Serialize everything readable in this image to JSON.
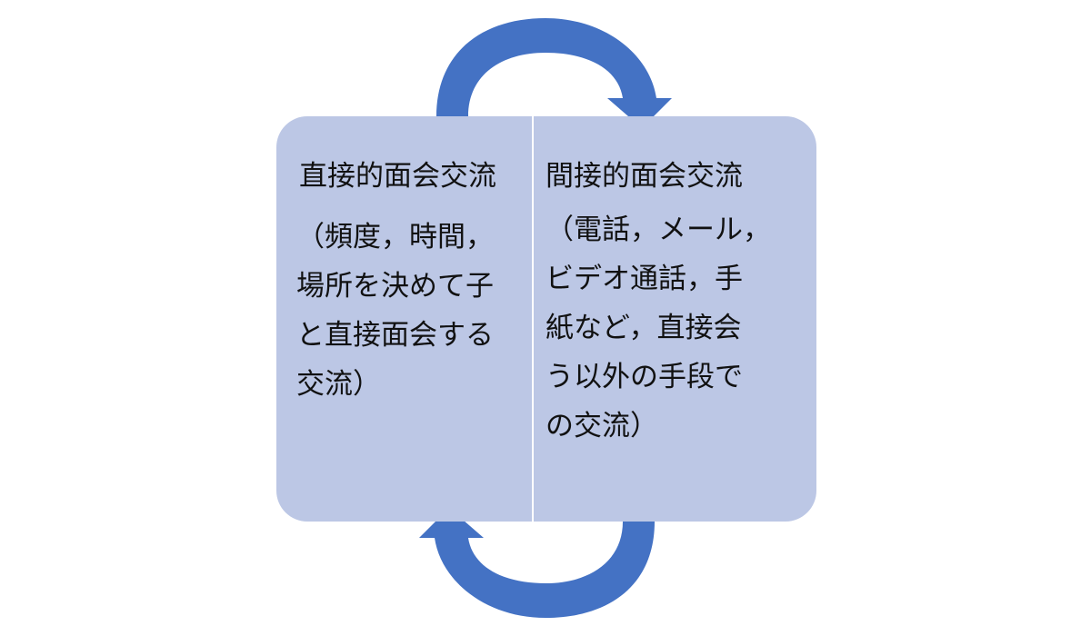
{
  "diagram": {
    "left_box": {
      "title": "直接的面会交流",
      "description": "（頻度，時間，\n場所を決めて子\nと直接面会する\n交流）"
    },
    "right_box": {
      "title": "間接的面会交流",
      "description": "（電話，メール，\nビデオ通話，手\n紙など，直接会\nう以外の手段で\nの交流）"
    },
    "colors": {
      "box_fill": "#bcc7e5",
      "arrow": "#4472c4",
      "divider": "#ffffff"
    },
    "arrows": {
      "top_icon": "clockwise-arrow-icon",
      "bottom_icon": "clockwise-arrow-icon"
    }
  }
}
